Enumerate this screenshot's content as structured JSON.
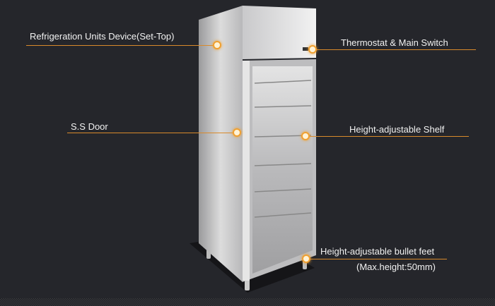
{
  "callouts": {
    "refrigeration_unit": "Refrigeration Units Device(Set-Top)",
    "thermostat": "Thermostat & Main Switch",
    "door": "S.S  Door",
    "shelf": "Height-adjustable Shelf",
    "feet": "Height-adjustable bullet feet",
    "feet_note": "(Max.height:50mm)"
  },
  "colors": {
    "background": "#25262b",
    "accent": "#d98a2b"
  }
}
